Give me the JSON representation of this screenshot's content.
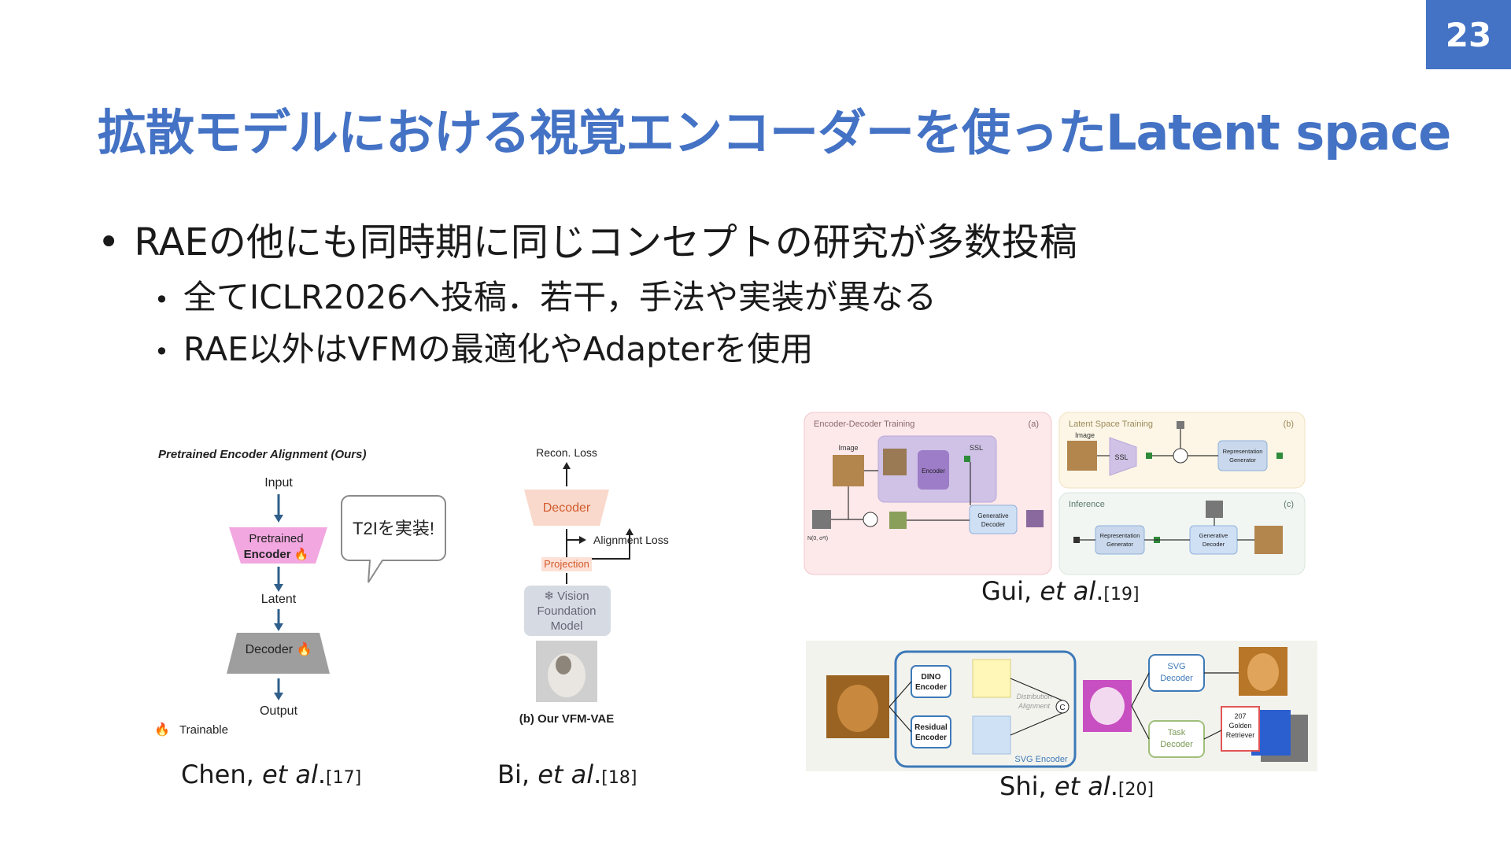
{
  "page_number": "23",
  "title": "拡散モデルにおける視覚エンコーダーを使ったLatent space",
  "bullets": {
    "main": "RAEの他にも同時期に同じコンセプトの研究が多数投稿",
    "sub": [
      "全てICLR2026へ投稿．若干，手法や実装が異なる",
      "RAE以外はVFMの最適化やAdapterを使用"
    ]
  },
  "figure_chen": {
    "heading": "Pretrained Encoder Alignment (Ours)",
    "input": "Input",
    "encoder_line1": "Pretrained",
    "encoder_line2": "Encoder 🔥",
    "latent": "Latent",
    "decoder": "Decoder 🔥",
    "output": "Output",
    "legend": "Trainable",
    "callout": "T2Iを実装!",
    "caption_author": "Chen, ",
    "caption_etal": "et al",
    "caption_dot": ".",
    "caption_ref": "[17]"
  },
  "figure_bi": {
    "recon_loss": "Recon. Loss",
    "decoder": "Decoder",
    "alignment_loss": "Alignment Loss",
    "projection": "Projection",
    "vfm_line1": "❄ Vision",
    "vfm_line2": "Foundation",
    "vfm_line3": "Model",
    "sub_caption": "(b) Our VFM-VAE",
    "caption_author": "Bi, ",
    "caption_etal": "et al",
    "caption_dot": ".",
    "caption_ref": "[18]"
  },
  "figure_gui": {
    "panel_a": "Encoder-Decoder Training",
    "panel_a_tag": "(a)",
    "panel_b": "Latent Space Training",
    "panel_b_tag": "(b)",
    "panel_c": "Inference",
    "panel_c_tag": "(c)",
    "image": "Image",
    "encoder": "Encoder",
    "ssl": "SSL",
    "gen_decoder_1": "Generative",
    "gen_decoder_2": "Decoder",
    "rep_gen_1": "Representation",
    "rep_gen_2": "Generator",
    "noise": "N(0, σ²I)",
    "caption_author": "Gui, ",
    "caption_etal": "et al",
    "caption_dot": ".",
    "caption_ref": "[19]"
  },
  "figure_shi": {
    "dino_1": "DINO",
    "dino_2": "Encoder",
    "residual_1": "Residual",
    "residual_2": "Encoder",
    "dist_1": "Distribution",
    "dist_2": "Alignment",
    "svg_encoder": "SVG Encoder",
    "svg_dec_1": "SVG",
    "svg_dec_2": "Decoder",
    "task_dec_1": "Task",
    "task_dec_2": "Decoder",
    "concat": "C",
    "stack_1": "207",
    "stack_2": "Golden",
    "stack_3": "Retriever",
    "caption_author": "Shi, ",
    "caption_etal": "et al",
    "caption_dot": ".",
    "caption_ref": "[20]"
  },
  "colors": {
    "accent": "#4472c4",
    "encoder_pink": "#f2a7e0",
    "decoder_gray": "#9e9e9e",
    "decoder_peach": "#f9d9cc",
    "vfm_gray": "#d6dbe3",
    "gui_pink_bg": "#fde8ea",
    "gui_purple": "#cfc2e6",
    "gui_blue": "#cfe0f5",
    "shi_blue_border": "#3d7ab8",
    "shi_green_border": "#9fbf7a"
  }
}
